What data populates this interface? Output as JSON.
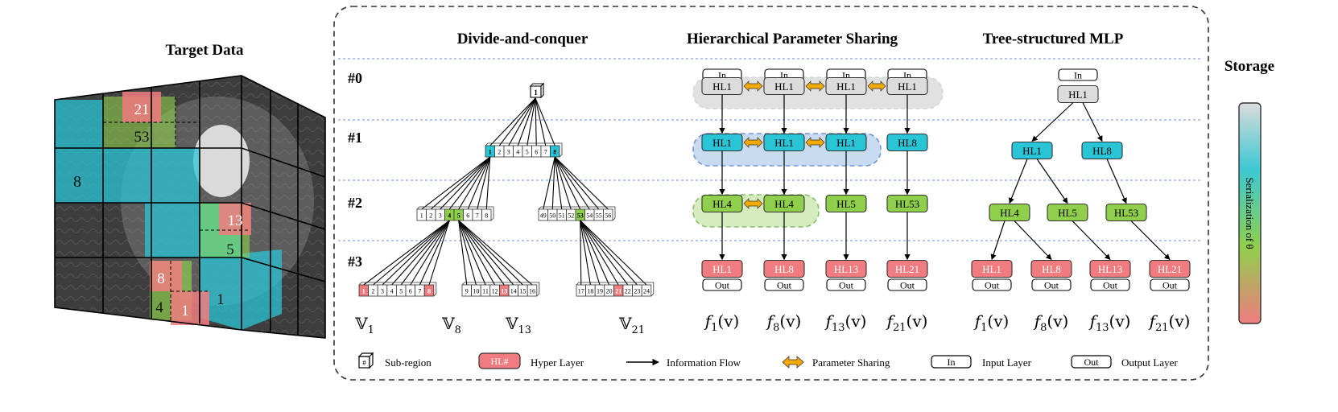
{
  "left": {
    "title": "Target Data",
    "cube_labels": [
      {
        "text": "21",
        "color": "white"
      },
      {
        "text": "53",
        "color": "dark"
      },
      {
        "text": "8",
        "color": "dark"
      },
      {
        "text": "13",
        "color": "white"
      },
      {
        "text": "5",
        "color": "dark"
      },
      {
        "text": "8",
        "color": "white"
      },
      {
        "text": "4",
        "color": "dark"
      },
      {
        "text": "1",
        "color": "white"
      },
      {
        "text": "1",
        "color": "dark"
      }
    ]
  },
  "sections": {
    "divide": "Divide-and-conquer",
    "sharing": "Hierarchical Parameter Sharing",
    "tree": "Tree-structured MLP"
  },
  "levels": [
    "#0",
    "#1",
    "#2",
    "#3"
  ],
  "divide": {
    "root": "1",
    "level1": [
      "1",
      "2",
      "3",
      "4",
      "5",
      "6",
      "7",
      "8"
    ],
    "level2_left": [
      "1",
      "2",
      "3",
      "4",
      "5",
      "6",
      "7",
      "8"
    ],
    "level2_right": [
      "49",
      "50",
      "51",
      "52",
      "53",
      "54",
      "55",
      "56"
    ],
    "level3_groups": [
      [
        "1",
        "2",
        "3",
        "4",
        "5",
        "6",
        "7",
        "8"
      ],
      [
        "9",
        "10",
        "11",
        "12",
        "13",
        "14",
        "15",
        "16"
      ],
      [
        "17",
        "18",
        "19",
        "20",
        "21",
        "22",
        "23",
        "24"
      ]
    ],
    "volumes": [
      {
        "base": "𝕍",
        "sub": "1"
      },
      {
        "base": "𝕍",
        "sub": "8"
      },
      {
        "base": "𝕍",
        "sub": "13"
      },
      {
        "base": "𝕍",
        "sub": "21"
      }
    ]
  },
  "sharing": {
    "in_label": "In",
    "out_label": "Out",
    "row0": [
      "HL1",
      "HL1",
      "HL1",
      "HL1"
    ],
    "row1": [
      "HL1",
      "HL1",
      "HL1",
      "HL8"
    ],
    "row2": [
      "HL4",
      "HL4",
      "HL5",
      "HL53"
    ],
    "row3": [
      "HL1",
      "HL8",
      "HL13",
      "HL21"
    ],
    "funcs": [
      {
        "f": "f",
        "sub": "1",
        "arg": "(v)"
      },
      {
        "f": "f",
        "sub": "8",
        "arg": "(v)"
      },
      {
        "f": "f",
        "sub": "13",
        "arg": "(v)"
      },
      {
        "f": "f",
        "sub": "21",
        "arg": "(v)"
      }
    ]
  },
  "tree": {
    "in_label": "In",
    "out_label": "Out",
    "root": "HL1",
    "level1": [
      "HL1",
      "HL8"
    ],
    "level2": [
      "HL4",
      "HL5",
      "HL53"
    ],
    "level3": [
      "HL1",
      "HL8",
      "HL13",
      "HL21"
    ],
    "funcs": [
      {
        "f": "f",
        "sub": "1",
        "arg": "(v)"
      },
      {
        "f": "f",
        "sub": "8",
        "arg": "(v)"
      },
      {
        "f": "f",
        "sub": "13",
        "arg": "(v)"
      },
      {
        "f": "f",
        "sub": "21",
        "arg": "(v)"
      }
    ]
  },
  "storage": {
    "title": "Storage",
    "bar_label": "Serialization of θ"
  },
  "legend": {
    "subregion_icon": "#",
    "subregion": "Sub-region",
    "hyper_icon": "HL#",
    "hyper": "Hyper Layer",
    "info": "Information Flow",
    "param": "Parameter Sharing",
    "in_icon": "In",
    "input": "Input Layer",
    "out_icon": "Out",
    "output": "Output Layer"
  },
  "colors": {
    "gray": "#dcdcdc",
    "cyan": "#29c5d6",
    "green": "#8fcf4c",
    "red": "#f07c80",
    "arrow_orange": "#f2a900"
  }
}
